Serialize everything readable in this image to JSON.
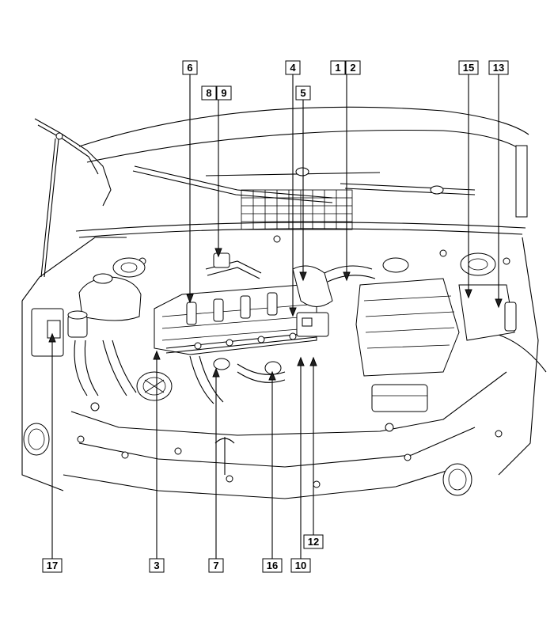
{
  "figure": {
    "callouts": [
      {
        "id": "c6",
        "label": "6"
      },
      {
        "id": "c8",
        "label": "8"
      },
      {
        "id": "c9",
        "label": "9"
      },
      {
        "id": "c4",
        "label": "4"
      },
      {
        "id": "c5",
        "label": "5"
      },
      {
        "id": "c1",
        "label": "1"
      },
      {
        "id": "c2",
        "label": "2"
      },
      {
        "id": "c15",
        "label": "15"
      },
      {
        "id": "c13",
        "label": "13"
      },
      {
        "id": "c17",
        "label": "17"
      },
      {
        "id": "c3",
        "label": "3"
      },
      {
        "id": "c7",
        "label": "7"
      },
      {
        "id": "c16",
        "label": "16"
      },
      {
        "id": "c10",
        "label": "10"
      },
      {
        "id": "c12",
        "label": "12"
      }
    ]
  }
}
